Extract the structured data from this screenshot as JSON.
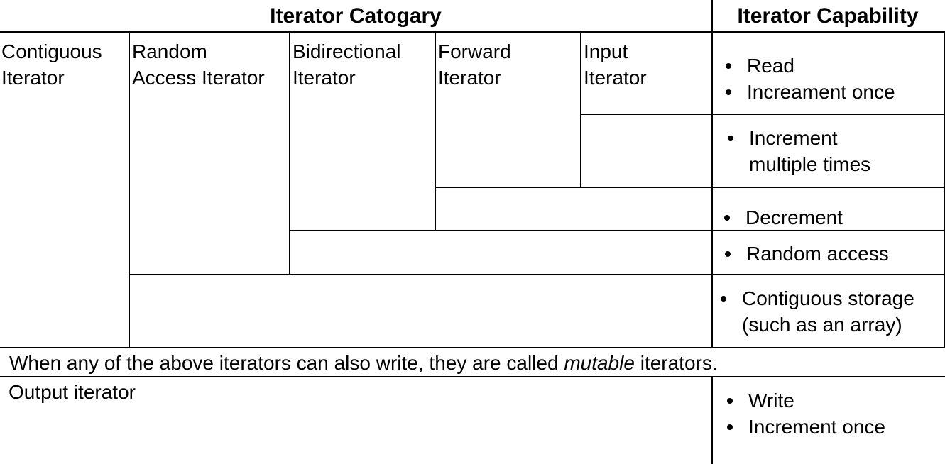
{
  "header": {
    "category_title": "Iterator Catogary",
    "capability_title": "Iterator Capability"
  },
  "categories": {
    "contiguous": "Contiguous\nIterator",
    "random_access": "Random\nAccess Iterator",
    "bidirectional": "Bidirectional\nIterator",
    "forward": "Forward\nIterator",
    "input": "Input\nIterator"
  },
  "capabilities": {
    "input": [
      "Read",
      "Increament once"
    ],
    "forward": [
      "Increment\nmultiple times"
    ],
    "bidirectional": [
      "Decrement"
    ],
    "random_access": [
      "Random access"
    ],
    "contiguous": [
      "Contiguous storage\n(such as an array)"
    ]
  },
  "mutable_note": {
    "before": "When any of the above iterators can also write, they are called ",
    "emphasis": "mutable",
    "after": " iterators."
  },
  "output": {
    "label": "Output iterator",
    "capabilities": [
      "Write",
      "Increment once"
    ]
  }
}
